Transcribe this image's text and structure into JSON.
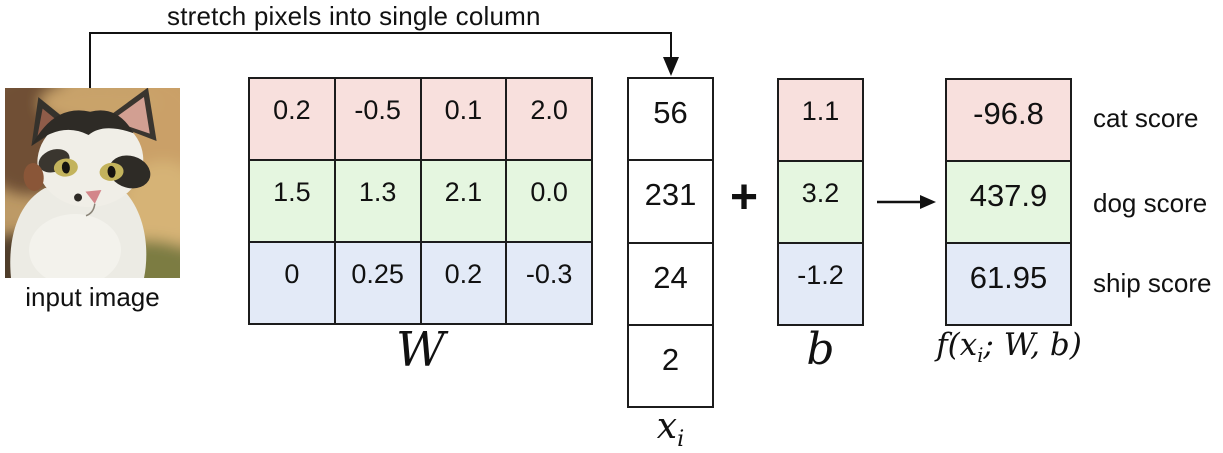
{
  "annotation": {
    "stretch_note": "stretch pixels into single column"
  },
  "input": {
    "caption": "input image"
  },
  "W": {
    "label": "W",
    "rows": [
      [
        "0.2",
        "-0.5",
        "0.1",
        "2.0"
      ],
      [
        "1.5",
        "1.3",
        "2.1",
        "0.0"
      ],
      [
        "0",
        "0.25",
        "0.2",
        "-0.3"
      ]
    ]
  },
  "x": {
    "label_base": "x",
    "label_sub": "i",
    "values": [
      "56",
      "231",
      "24",
      "2"
    ]
  },
  "ops": {
    "plus": "+"
  },
  "b": {
    "label": "b",
    "values": [
      "1.1",
      "3.2",
      "-1.2"
    ]
  },
  "f": {
    "label_head": "f(x",
    "label_sub": "i",
    "label_tail": "; W, b)",
    "values": [
      "-96.8",
      "437.9",
      "61.95"
    ]
  },
  "scores": [
    "cat score",
    "dog score",
    "ship score"
  ],
  "colors": {
    "row_pink": "#f8e0dd",
    "row_green": "#e5f6e0",
    "row_blue": "#e3eaf7",
    "border": "#1c1c1c",
    "line": "#111111"
  }
}
